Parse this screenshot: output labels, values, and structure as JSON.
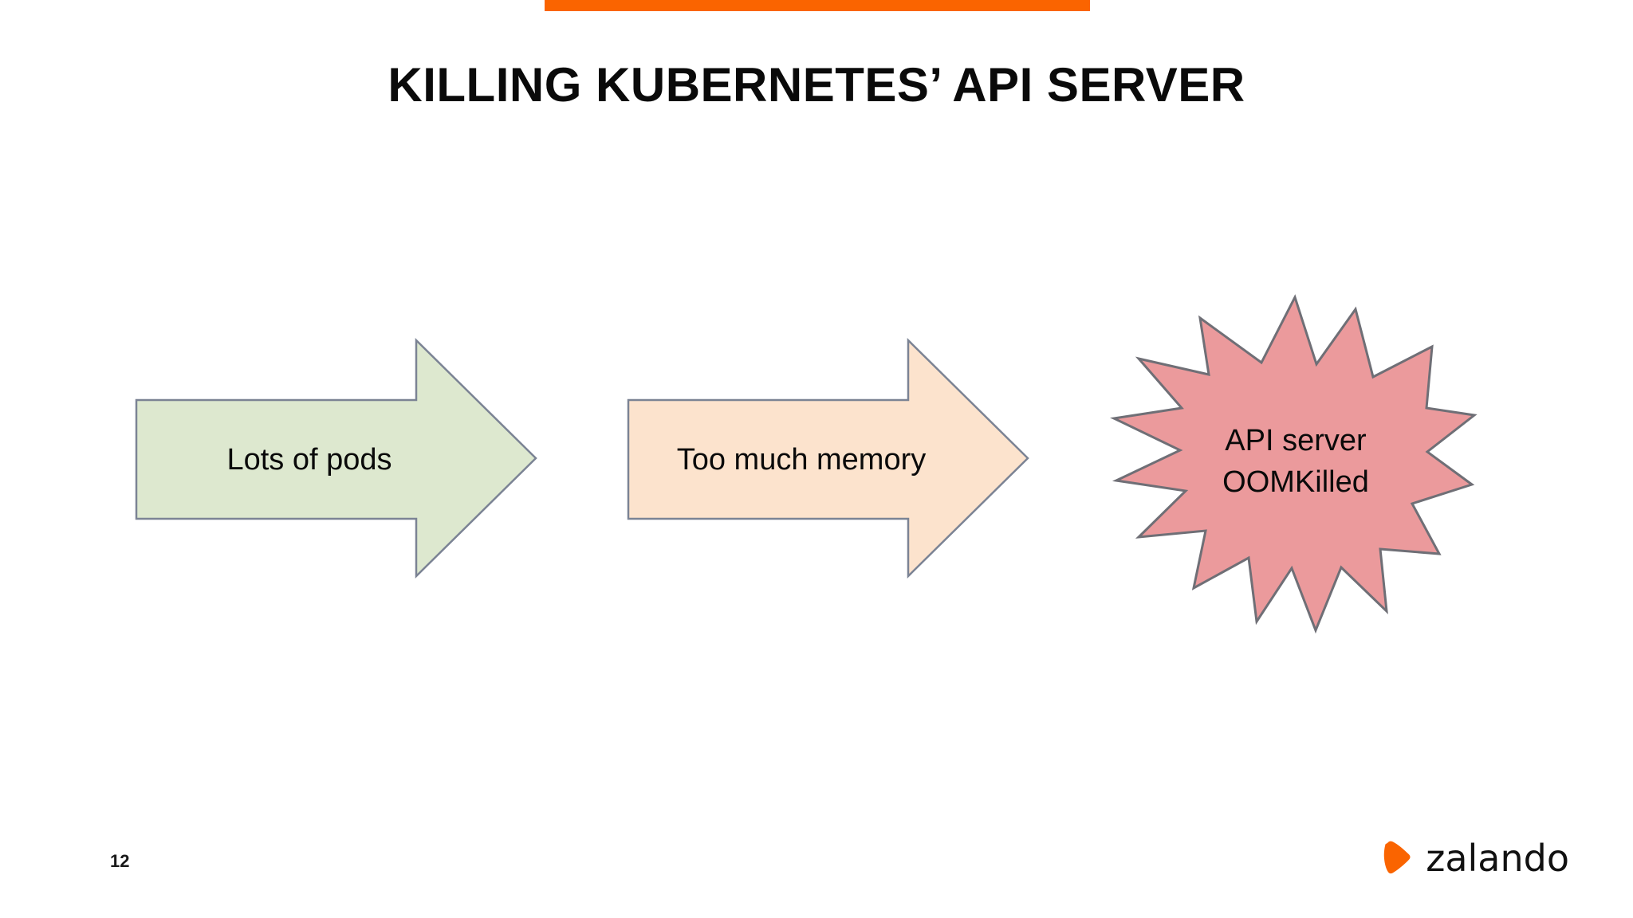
{
  "slide": {
    "title": "KILLING KUBERNETES’ API SERVER",
    "page_number": "12",
    "background_color": "#ffffff",
    "accent_bar_color": "#fa6400"
  },
  "diagram": {
    "type": "flow",
    "steps": [
      {
        "id": "step-lots-of-pods",
        "shape": "right-arrow",
        "label": "Lots of pods",
        "fill": "#dde8cf",
        "stroke": "#7b8394"
      },
      {
        "id": "step-too-much-memory",
        "shape": "right-arrow",
        "label": "Too much memory",
        "fill": "#fce3cd",
        "stroke": "#7b8394"
      },
      {
        "id": "step-api-server-oomkilled",
        "shape": "explosion-star",
        "label_line1": "API server",
        "label_line2": "OOMKilled",
        "fill": "#eb9a9c",
        "stroke": "#6f6f76"
      }
    ]
  },
  "brand": {
    "name": "zalando",
    "mark_color": "#fa6400",
    "wordmark_color": "#111111"
  }
}
